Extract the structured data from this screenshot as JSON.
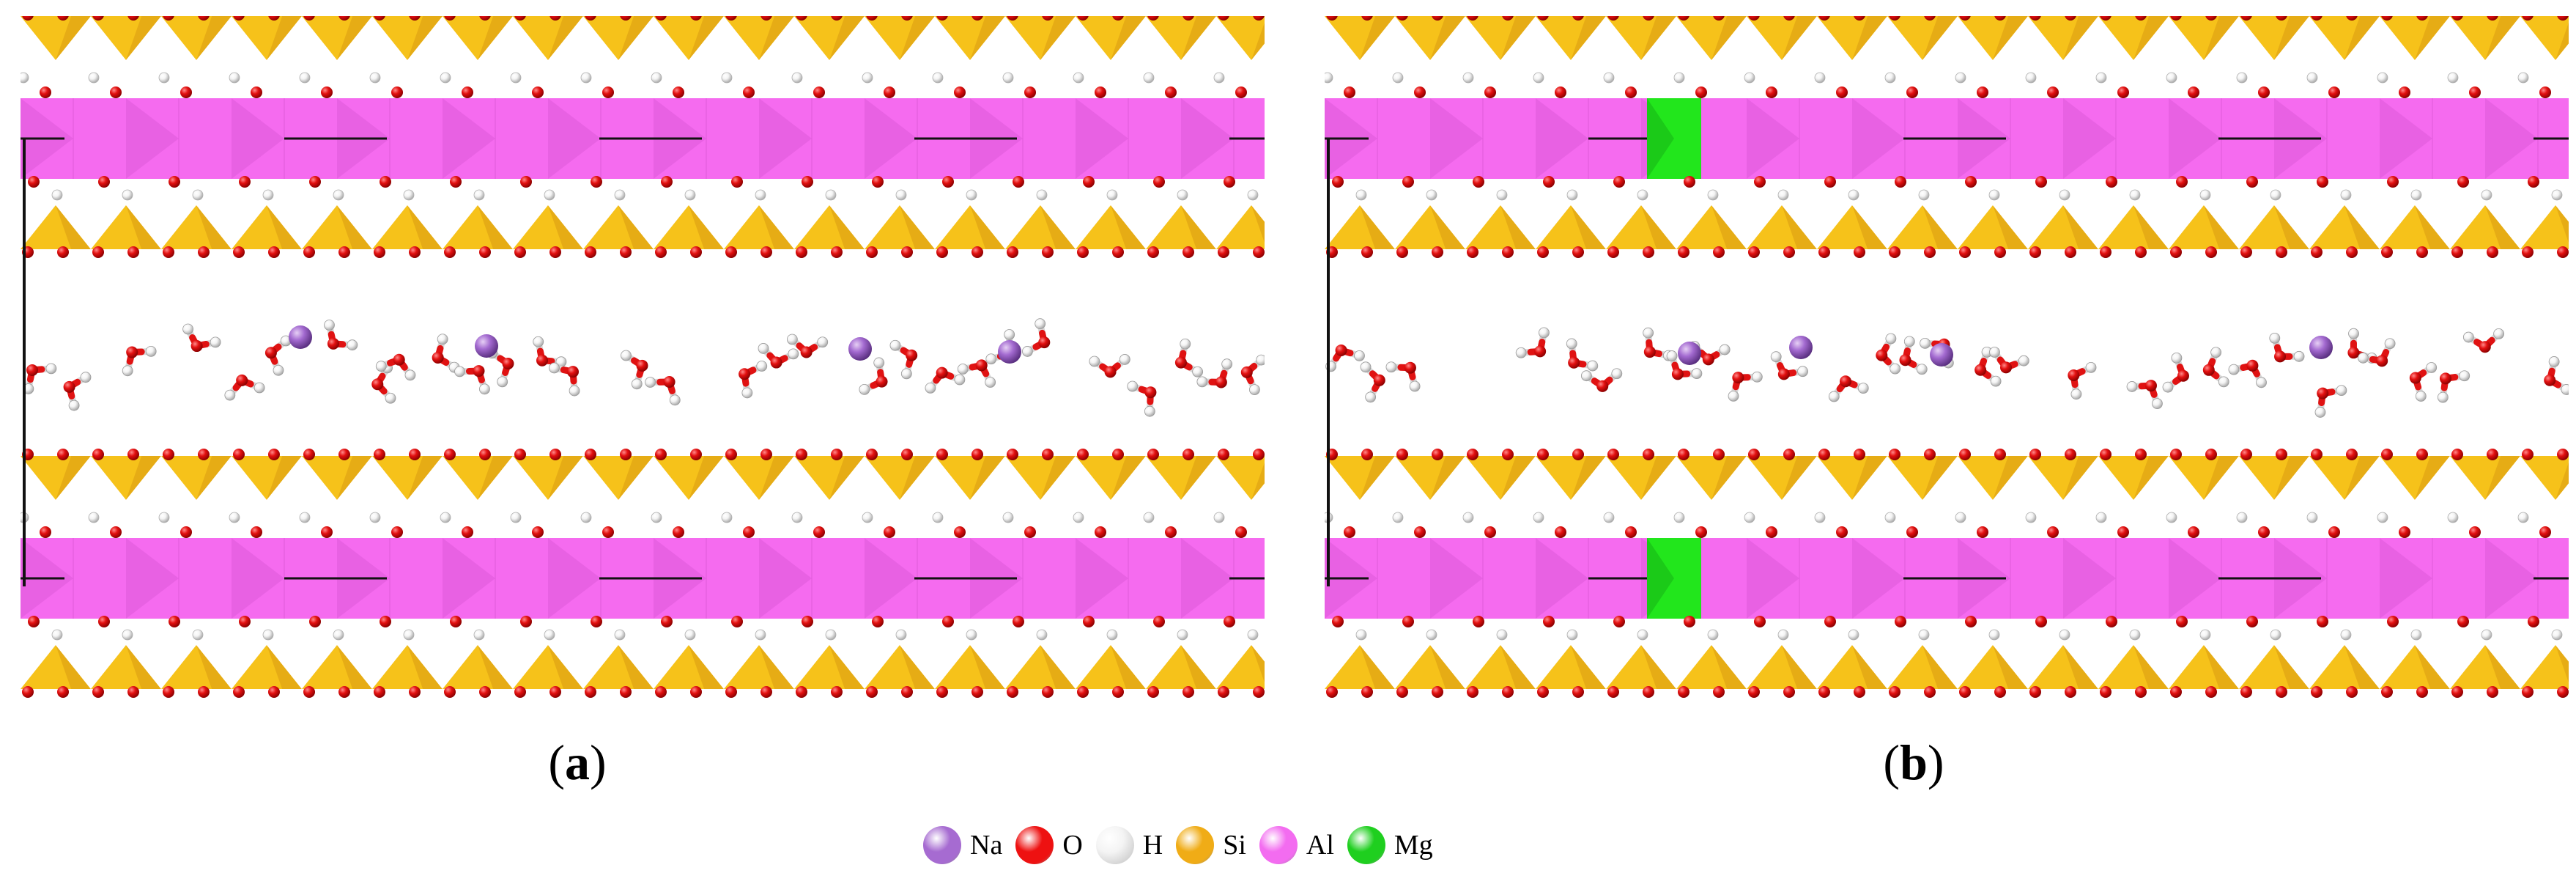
{
  "panels": [
    {
      "id": "a",
      "label": "a",
      "has_mg": false
    },
    {
      "id": "b",
      "label": "b",
      "has_mg": true
    }
  ],
  "legend": [
    {
      "symbol": "Na",
      "color": "#a66bd1"
    },
    {
      "symbol": "O",
      "color": "#ee1111"
    },
    {
      "symbol": "H",
      "color": "#f2f2f2"
    },
    {
      "symbol": "Si",
      "color": "#f0ac16"
    },
    {
      "symbol": "Al",
      "color": "#f36cf0"
    },
    {
      "symbol": "Mg",
      "color": "#1fcf1f"
    }
  ],
  "colors": {
    "tetrahedra": "#f6c21a",
    "tetrahedra_dark": "#d99a12",
    "octahedral_sheet": "#f56bef",
    "octahedral_dark": "#d24fcf",
    "mg_substitution": "#22e61c",
    "oxygen": "#e31010",
    "hydrogen": "#f4f4f4",
    "sodium": "#a36ad0"
  }
}
